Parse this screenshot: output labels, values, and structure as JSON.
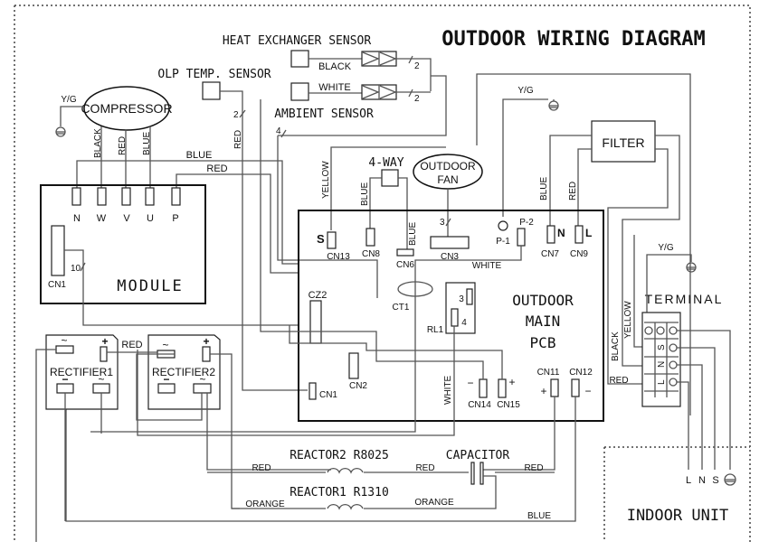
{
  "title": "OUTDOOR WIRING DIAGRAM",
  "sensors": {
    "heat_exchanger": "HEAT EXCHANGER SENSOR",
    "olp_temp": "OLP TEMP. SENSOR",
    "ambient": "AMBIENT SENSOR",
    "black": "BLACK",
    "white": "WHITE",
    "count_2": "2",
    "count_4": "4"
  },
  "compressor": {
    "label": "COMPRESSOR",
    "yg": "Y/G",
    "wires": [
      "BLACK",
      "RED",
      "BLUE"
    ]
  },
  "module": {
    "label": "MODULE",
    "pins": [
      "N",
      "W",
      "V",
      "U",
      "P"
    ],
    "cn1": "CN1",
    "cn1_count": "10",
    "blue": "BLUE",
    "red": "RED"
  },
  "pcb": {
    "label_1": "OUTDOOR",
    "label_2": "MAIN",
    "label_3": "PCB",
    "s": "S",
    "n": "N",
    "l": "L",
    "cn13": "CN13",
    "cn8": "CN8",
    "cn6": "CN6",
    "cn3": "CN3",
    "cn3_count": "3",
    "p1": "P-1",
    "p2": "P-2",
    "cn7": "CN7",
    "cn9": "CN9",
    "cz2": "CZ2",
    "ct1": "CT1",
    "rl1": "RL1",
    "rl1_3": "3",
    "rl1_4": "4",
    "cn2": "CN2",
    "cn1": "CN1",
    "cn14": "CN14",
    "cn15": "CN15",
    "cn11": "CN11",
    "cn12": "CN12",
    "minus": "−",
    "plus": "+"
  },
  "four_way": "4-WAY",
  "fan": {
    "line1": "OUTDOOR",
    "line2": "FAN"
  },
  "filter": "FILTER",
  "wire_labels": {
    "yellow": "YELLOW",
    "blue": "BLUE",
    "red": "RED",
    "white": "WHITE",
    "yg": "Y/G",
    "black": "BLACK",
    "orange": "ORANGE"
  },
  "terminal": {
    "label": "TERMINAL",
    "marks": [
      "S",
      "N",
      "L"
    ]
  },
  "rectifier1": {
    "label": "RECTIFIER1",
    "ac": "~",
    "plus": "+",
    "minus": "−"
  },
  "rectifier2": {
    "label": "RECTIFIER2",
    "ac": "~",
    "plus": "+",
    "minus": "−"
  },
  "reactor2": "REACTOR2  R8025",
  "reactor1": "REACTOR1  R1310",
  "capacitor": "CAPACITOR",
  "indoor": {
    "label": "INDOOR UNIT",
    "pins": [
      "L",
      "N",
      "S"
    ]
  }
}
